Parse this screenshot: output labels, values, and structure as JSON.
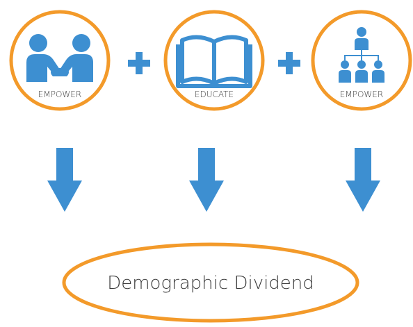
{
  "circles": [
    {
      "label": "EMPOWER",
      "icon": "handshake-icon"
    },
    {
      "label": "EDUCATE",
      "icon": "open-book-icon"
    },
    {
      "label": "EMPOWER",
      "icon": "org-chart-icon"
    }
  ],
  "operators": [
    "+",
    "+"
  ],
  "result": {
    "label": "Demographic Dividend"
  },
  "colors": {
    "ring": "#f39a2a",
    "icon": "#3d8fd1",
    "text": "#3a3a3a"
  }
}
